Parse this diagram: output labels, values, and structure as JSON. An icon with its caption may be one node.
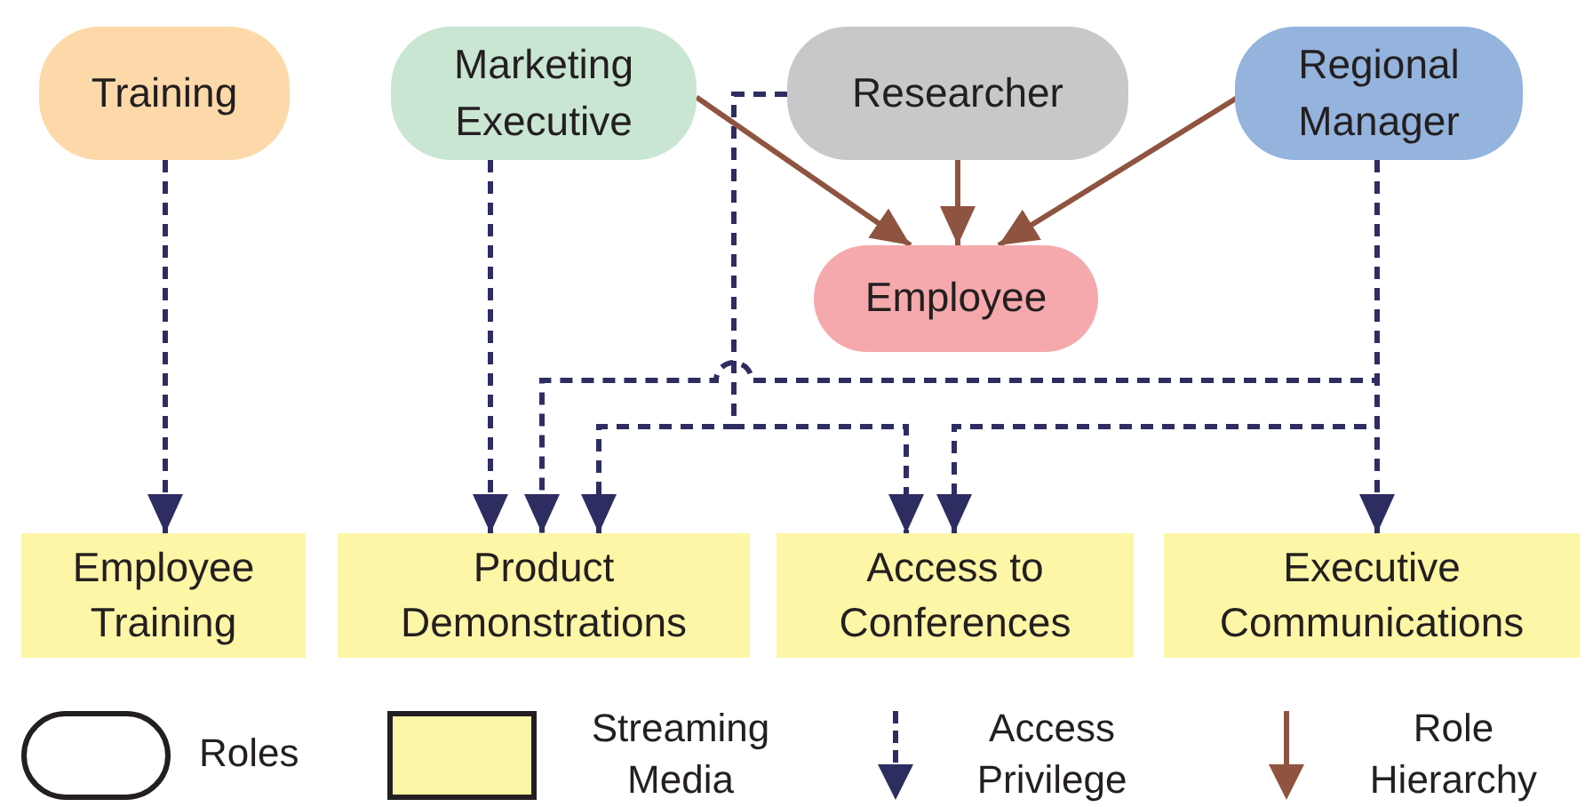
{
  "diagram": {
    "nodes": [
      {
        "text": [
          "Training"
        ]
      },
      {
        "text": [
          "Marketing Executive"
        ]
      },
      {
        "text": [
          "Researcher"
        ]
      },
      {
        "text": [
          "Regional Manager"
        ]
      },
      {
        "text": [
          "Employee"
        ]
      },
      {
        "text": [
          "Employee Training"
        ]
      },
      {
        "text": [
          "Product Demonstrations"
        ]
      },
      {
        "text": [
          "Access to Conferences"
        ]
      },
      {
        "text": [
          "Executive Communications"
        ]
      }
    ],
    "edges": [
      {
        "from": 0,
        "to": 5,
        "arrow": "to",
        "style": "dashed"
      },
      {
        "from": 1,
        "to": 6,
        "arrow": "to",
        "style": "dashed"
      },
      {
        "from": 2,
        "to": 6,
        "arrow": "to",
        "style": "dashed"
      },
      {
        "from": 2,
        "to": 7,
        "arrow": "to",
        "style": "dashed"
      },
      {
        "from": 3,
        "to": 6,
        "arrow": "to",
        "style": "dashed"
      },
      {
        "from": 3,
        "to": 7,
        "arrow": "to",
        "style": "dashed"
      },
      {
        "from": 3,
        "to": 8,
        "arrow": "to",
        "style": "dashed"
      },
      {
        "from": 1,
        "to": 4,
        "arrow": "to",
        "color": "#8e5440"
      },
      {
        "from": 2,
        "to": 4,
        "arrow": "to",
        "color": "#8e5440"
      },
      {
        "from": 3,
        "to": 4,
        "arrow": "to",
        "color": "#8e5440"
      }
    ],
    "legend": [
      {
        "text": "Roles"
      },
      {
        "text": "Streaming Media",
        "color": "#fdf6a6"
      },
      {
        "text": "Access Privilege"
      },
      {
        "text": "Role Hierarchy"
      }
    ]
  }
}
